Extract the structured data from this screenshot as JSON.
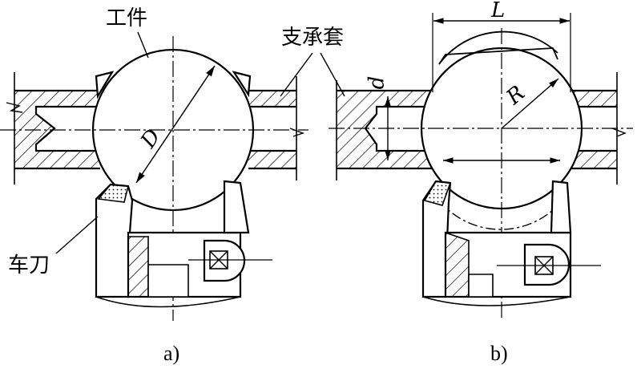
{
  "labels": {
    "workpiece": "工件",
    "support_sleeve": "支承套",
    "turning_tool": "车刀",
    "diameter_D": "D",
    "length_L": "L",
    "radius_R": "R",
    "diameter_d": "d"
  },
  "captions": {
    "a": "a)",
    "b": "b)"
  },
  "colors": {
    "line": "#000000",
    "background": "#ffffff"
  }
}
